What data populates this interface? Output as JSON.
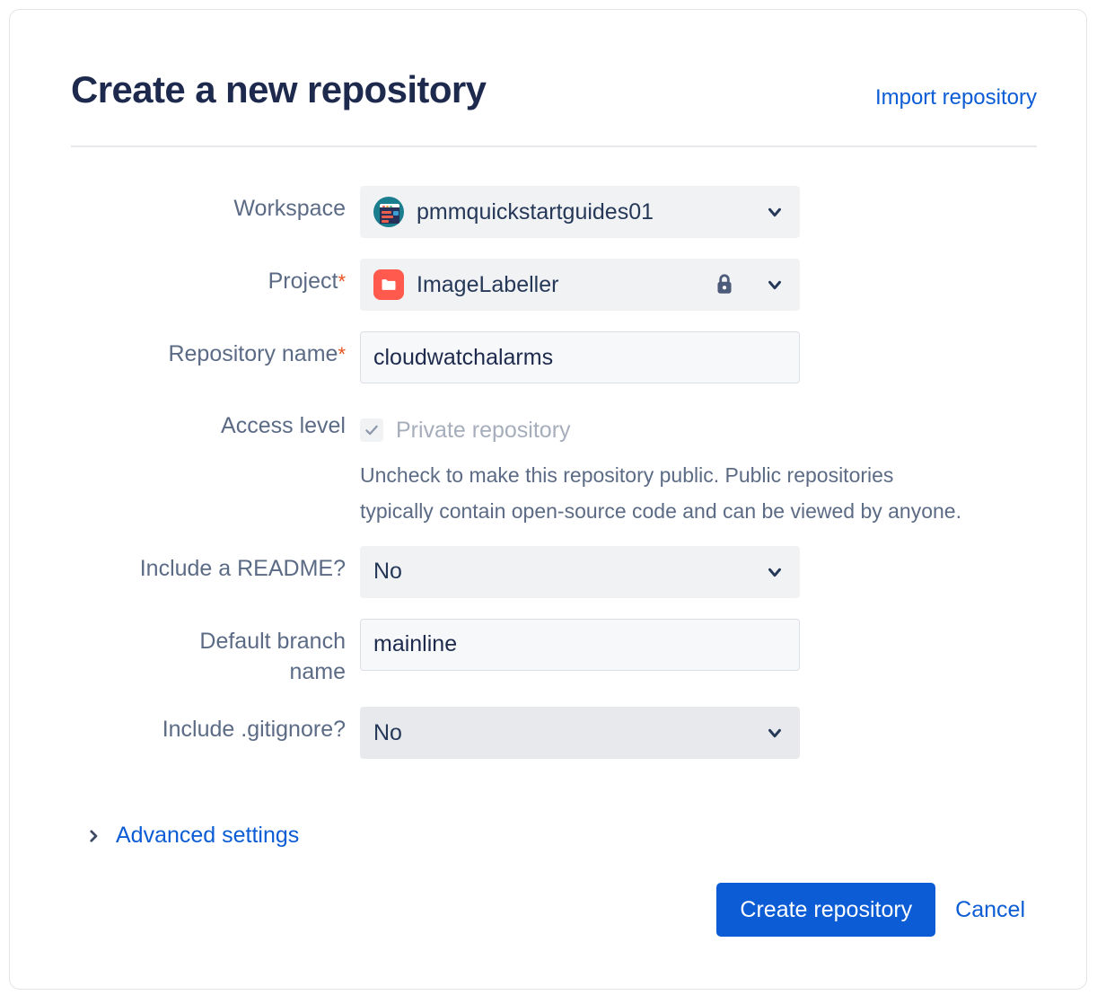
{
  "dialog": {
    "title": "Create a new repository",
    "import_link": "Import repository"
  },
  "form": {
    "workspace": {
      "label": "Workspace",
      "value": "pmmquickstartguides01",
      "avatar_icon": "workspace-dashboard-avatar-icon",
      "chevron_icon": "chevron-down-icon"
    },
    "project": {
      "label": "Project",
      "required_marker": "*",
      "value": "ImageLabeller",
      "avatar_icon": "project-folder-avatar-icon",
      "lock_icon": "lock-icon",
      "chevron_icon": "chevron-down-icon"
    },
    "repository_name": {
      "label": "Repository name",
      "required_marker": "*",
      "value": "cloudwatchalarms",
      "placeholder": ""
    },
    "access_level": {
      "label": "Access level",
      "checkbox_label": "Private repository",
      "checked": true,
      "disabled": true,
      "check_icon": "check-icon",
      "helper_text": "Uncheck to make this repository public. Public repositories typically contain open-source code and can be viewed by anyone."
    },
    "include_readme": {
      "label": "Include a README?",
      "value": "No",
      "chevron_icon": "chevron-down-icon"
    },
    "default_branch_name": {
      "label": "Default branch\nname",
      "value": "mainline",
      "placeholder": ""
    },
    "include_gitignore": {
      "label": "Include .gitignore?",
      "value": "No",
      "chevron_icon": "chevron-down-icon"
    },
    "advanced_settings": {
      "label": "Advanced settings",
      "chevron_icon": "chevron-right-icon",
      "expanded": false
    }
  },
  "actions": {
    "submit_label": "Create repository",
    "cancel_label": "Cancel"
  },
  "colors": {
    "link": "#0B5CD5",
    "primary_button": "#0B5CD5",
    "title": "#1D2A4D",
    "label": "#5C6B85",
    "required": "#E8501E",
    "field_subtle": "#F1F2F4",
    "field_hover": "#E7E9ED",
    "input_bg": "#F7F8F9",
    "input_border": "#DCDFE4",
    "project_avatar": "#FF5A4D",
    "workspace_avatar": "#1B7E8F",
    "disabled_text": "#A6ADBB"
  }
}
